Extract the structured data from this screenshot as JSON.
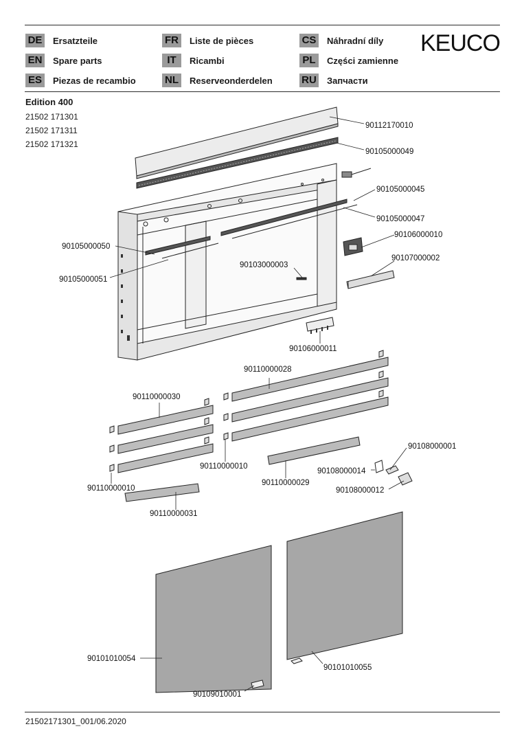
{
  "brand": "KEUCO",
  "languages": [
    {
      "code": "DE",
      "label": "Ersatzteile"
    },
    {
      "code": "EN",
      "label": "Spare parts"
    },
    {
      "code": "ES",
      "label": "Piezas de recambio"
    },
    {
      "code": "FR",
      "label": "Liste de pièces"
    },
    {
      "code": "IT",
      "label": "Ricambi"
    },
    {
      "code": "NL",
      "label": "Reserveonderdelen"
    },
    {
      "code": "CS",
      "label": "Náhradní díly"
    },
    {
      "code": "PL",
      "label": "Części zamienne"
    },
    {
      "code": "RU",
      "label": "Запчасти"
    }
  ],
  "product": {
    "title": "Edition 400",
    "article_numbers": [
      "21502 171301",
      "21502 171311",
      "21502 171321"
    ]
  },
  "parts": {
    "top_cover": "90112170010",
    "light_strip_top": "90105000049",
    "light_strip_right": "90105000045",
    "diffuser_right": "90105000047",
    "light_strip_left": "90105000050",
    "diffuser_left": "90105000051",
    "socket": "90106000010",
    "driver": "90107000002",
    "sensor": "90103000003",
    "switch_bar": "90106000011",
    "shelf_wide": "90110000028",
    "shelf_narrow": "90110000030",
    "shelf_clip_right": "90110000010",
    "shelf_clip_left": "90110000010",
    "bottom_shelf_wide": "90110000029",
    "bottom_shelf_narrow": "90110000031",
    "hinge_cover_a": "90108000001",
    "hinge_cover_b": "90108000014",
    "hinge_cover_c": "90108000012",
    "door_left": "90101010054",
    "door_right": "90101010055",
    "door_pad": "90109010001"
  },
  "footer": "21502171301_001/06.2020"
}
